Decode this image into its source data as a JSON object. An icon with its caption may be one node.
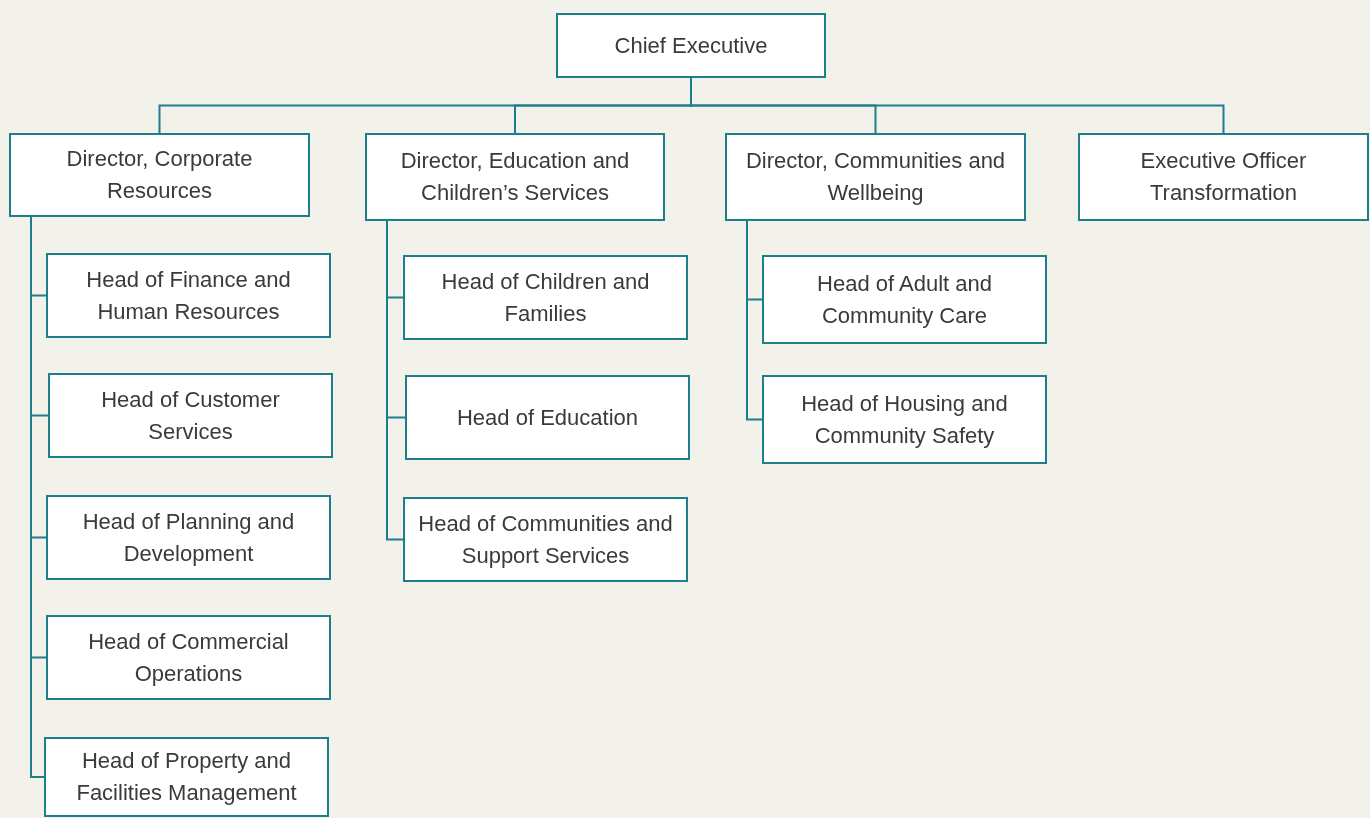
{
  "diagram": {
    "nodes": [
      {
        "text": [
          "Chief Executive"
        ]
      },
      {
        "text": [
          "Director, Corporate Resources"
        ]
      },
      {
        "text": [
          "Director, Education and Children’s Services"
        ]
      },
      {
        "text": [
          "Director, Communities and Wellbeing"
        ]
      },
      {
        "text": [
          "Executive Officer Transformation"
        ]
      },
      {
        "text": [
          "Head of Finance and Human Resources"
        ]
      },
      {
        "text": [
          "Head of Customer Services"
        ]
      },
      {
        "text": [
          "Head of Planning and Development"
        ]
      },
      {
        "text": [
          "Head of Commercial Operations"
        ]
      },
      {
        "text": [
          "Head of Property and Facilities Management"
        ]
      },
      {
        "text": [
          "Head of Children and Families"
        ]
      },
      {
        "text": [
          "Head of Education"
        ]
      },
      {
        "text": [
          "Head of Communities and Support Services"
        ]
      },
      {
        "text": [
          "Head of Adult and Community Care"
        ]
      },
      {
        "text": [
          "Head of Housing and Community Safety"
        ]
      }
    ],
    "edges": [
      {
        "from": 0,
        "to": 1,
        "arrow": "none"
      },
      {
        "from": 0,
        "to": 2,
        "arrow": "none"
      },
      {
        "from": 0,
        "to": 3,
        "arrow": "none"
      },
      {
        "from": 0,
        "to": 4,
        "arrow": "none"
      },
      {
        "from": 1,
        "to": 5,
        "arrow": "none"
      },
      {
        "from": 1,
        "to": 6,
        "arrow": "none"
      },
      {
        "from": 1,
        "to": 7,
        "arrow": "none"
      },
      {
        "from": 1,
        "to": 8,
        "arrow": "none"
      },
      {
        "from": 1,
        "to": 9,
        "arrow": "none"
      },
      {
        "from": 2,
        "to": 10,
        "arrow": "none"
      },
      {
        "from": 2,
        "to": 11,
        "arrow": "none"
      },
      {
        "from": 2,
        "to": 12,
        "arrow": "none"
      },
      {
        "from": 3,
        "to": 13,
        "arrow": "none"
      },
      {
        "from": 3,
        "to": 14,
        "arrow": "none"
      }
    ]
  }
}
